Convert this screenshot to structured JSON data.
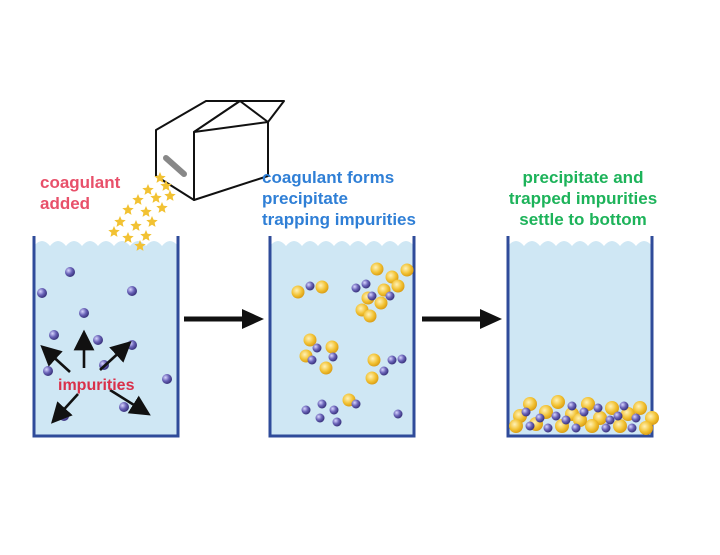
{
  "labels": {
    "coagulant_added": [
      "coagulant",
      "added"
    ],
    "coagulant_forms": [
      "coagulant forms",
      "precipitate",
      "trapping impurities"
    ],
    "settle": [
      "precipitate and",
      "trapped impurities",
      "settle to bottom"
    ],
    "impurities": "impurities"
  },
  "colors": {
    "water": "#cfe7f4",
    "beaker": "#2f4b9a",
    "impurity": "#6a63b8",
    "precipitate": "#f2c233",
    "star": "#f2c233",
    "label_added": "#e8506a",
    "label_forms": "#2f7fd6",
    "label_settle": "#1db35a",
    "label_impurities": "#d9304a"
  },
  "icons": {
    "container": "coagulant-box-icon",
    "arrow": "right-arrow-icon",
    "particle": "impurity-particle-icon",
    "floc": "precipitate-floc-icon"
  }
}
